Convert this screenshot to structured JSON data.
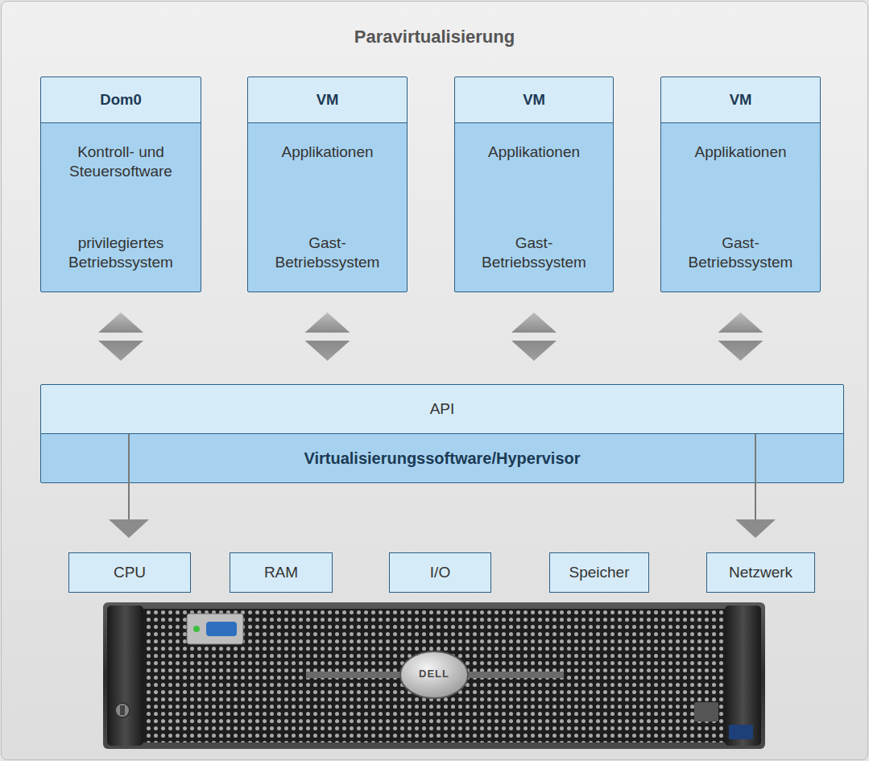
{
  "diagram": {
    "title": "Paravirtualisierung",
    "nodes": [
      {
        "text": [
          "Dom0",
          "Kontroll- und Steuersoftware",
          "privilegiertes Betriebssystem"
        ]
      },
      {
        "text": [
          "VM",
          "Applikationen",
          "Gast- Betriebssystem"
        ]
      },
      {
        "text": [
          "VM",
          "Applikationen",
          "Gast- Betriebssystem"
        ]
      },
      {
        "text": [
          "VM",
          "Applikationen",
          "Gast- Betriebssystem"
        ]
      },
      {
        "text": [
          "API"
        ]
      },
      {
        "text": [
          "Virtualisierungssoftware/Hypervisor"
        ]
      },
      {
        "text": [
          "CPU"
        ]
      },
      {
        "text": [
          "RAM"
        ]
      },
      {
        "text": [
          "I/O"
        ]
      },
      {
        "text": [
          "Speicher"
        ]
      },
      {
        "text": [
          "Netzwerk"
        ]
      }
    ],
    "edges": [
      {
        "from": 0,
        "to": 4,
        "arrow": "both"
      },
      {
        "from": 1,
        "to": 4,
        "arrow": "both"
      },
      {
        "from": 2,
        "to": 4,
        "arrow": "both"
      },
      {
        "from": 3,
        "to": 4,
        "arrow": "both"
      },
      {
        "from": 4,
        "to": 6,
        "arrow": "to"
      },
      {
        "from": 4,
        "to": 10,
        "arrow": "to"
      }
    ],
    "labels": [
      "DELL"
    ]
  }
}
